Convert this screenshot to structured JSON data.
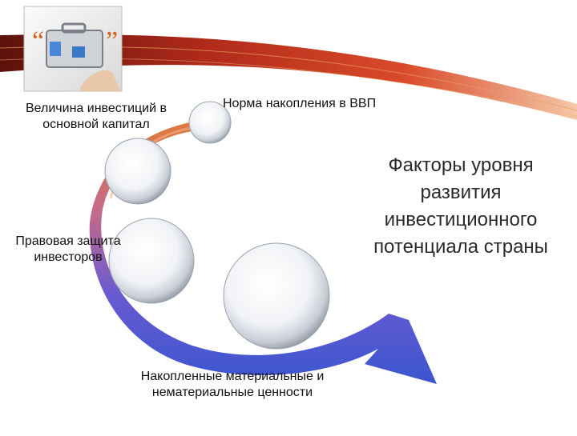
{
  "diagram": {
    "title": "Факторы уровня развития инвестиционного потенциала страны",
    "items": [
      {
        "label": "Величина инвестиций в основной капитал"
      },
      {
        "label": "Норма накопления в ВВП"
      },
      {
        "label": "Правовая защита инвесторов"
      },
      {
        "label": "Накопленные материальные и нематериальные ценности"
      }
    ]
  },
  "colors": {
    "banner_dark": "#3a0a06",
    "banner_red": "#b3261b",
    "arrow_orange": "#d9642a",
    "arrow_purple": "#5d4fc4",
    "arrow_blue": "#3a56d0"
  },
  "decor": {
    "banner_image": "briefcase-with-quotes-photo"
  }
}
